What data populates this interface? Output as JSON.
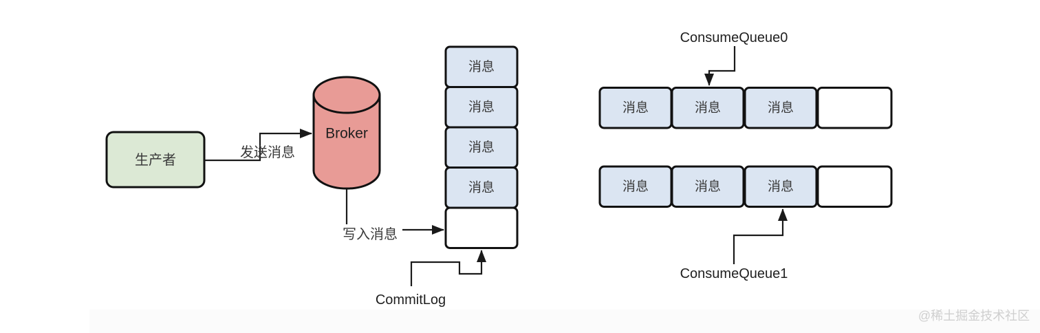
{
  "diagram_type": "rocketmq-broker-storage-flow",
  "nodes": {
    "producer": {
      "label": "生产者",
      "shape": "rounded-rect"
    },
    "broker": {
      "label": "Broker",
      "shape": "cylinder"
    }
  },
  "edges": {
    "send": {
      "label": "发送消息",
      "from": "producer",
      "to": "broker"
    },
    "write": {
      "label": "写入消息",
      "from": "broker",
      "to": "commitlog-empty-cell"
    }
  },
  "commitlog": {
    "label": "CommitLog",
    "cells": [
      "消息",
      "消息",
      "消息",
      "消息",
      ""
    ]
  },
  "consume_queue_0": {
    "label": "ConsumeQueue0",
    "cells": [
      "消息",
      "消息",
      "消息",
      ""
    ]
  },
  "consume_queue_1": {
    "label": "ConsumeQueue1",
    "cells": [
      "消息",
      "消息",
      "消息",
      ""
    ]
  },
  "watermark": "@稀土掘金技术社区",
  "colors": {
    "producer_fill": "#dce9d5",
    "broker_fill": "#e89b96",
    "message_cell_fill": "#dbe5f2",
    "empty_cell_fill": "#ffffff",
    "outline": "#111111",
    "label_text": "#3a3a3a",
    "watermark_text": "#cfcfcf"
  }
}
